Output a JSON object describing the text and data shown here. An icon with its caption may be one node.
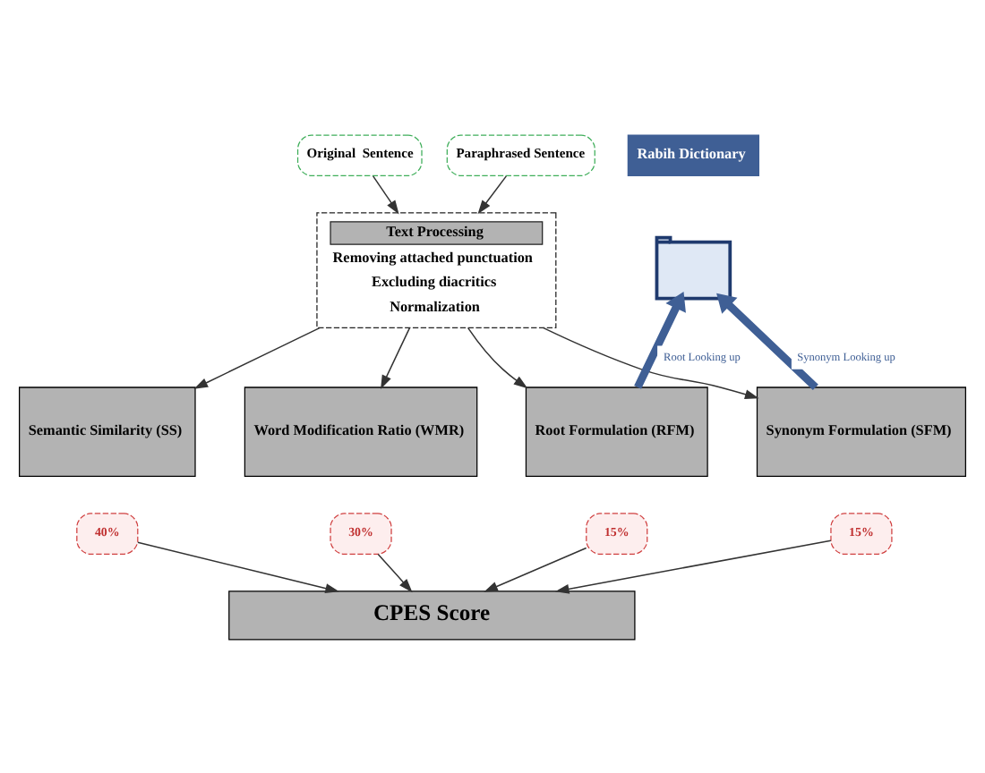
{
  "diagram": {
    "nodes": [
      {
        "text": [
          "Original  Sentence"
        ]
      },
      {
        "text": [
          "Paraphrased Sentence"
        ]
      },
      {
        "text": [
          "Text Processing",
          "Removing attached punctuation",
          "Excluding diacritics",
          "Normalization"
        ]
      },
      {
        "text": [
          "Rabih Dictionary"
        ]
      },
      {
        "text": [],
        "shape": "book"
      },
      {
        "text": [
          "Semantic Similarity (SS)"
        ]
      },
      {
        "text": [
          "Word Modification Ratio (WMR)"
        ]
      },
      {
        "text": [
          "Root Formulation (RFM)"
        ]
      },
      {
        "text": [
          "Synonym Formulation (SFM)"
        ]
      },
      {
        "text": [
          "40%"
        ]
      },
      {
        "text": [
          "30%"
        ]
      },
      {
        "text": [
          "15%"
        ]
      },
      {
        "text": [
          "15%"
        ]
      },
      {
        "text": [
          "CPES Score"
        ]
      }
    ],
    "edges": [
      {
        "from": 0,
        "to": 2,
        "arrow": "to"
      },
      {
        "from": 1,
        "to": 2,
        "arrow": "to"
      },
      {
        "from": 2,
        "to": 5,
        "arrow": "to"
      },
      {
        "from": 2,
        "to": 6,
        "arrow": "to"
      },
      {
        "from": 2,
        "to": 7,
        "arrow": "to"
      },
      {
        "from": 2,
        "to": 8,
        "arrow": "to"
      },
      {
        "from": 7,
        "to": 4,
        "arrow": "to",
        "label": "Root Looking up",
        "style": "thick",
        "color": "#3f5f95"
      },
      {
        "from": 8,
        "to": 4,
        "arrow": "to",
        "label": "Synonym Looking up",
        "style": "thick",
        "color": "#3f5f95"
      },
      {
        "from": 9,
        "to": 13,
        "arrow": "to"
      },
      {
        "from": 10,
        "to": 13,
        "arrow": "to"
      },
      {
        "from": 11,
        "to": 13,
        "arrow": "to"
      },
      {
        "from": 12,
        "to": 13,
        "arrow": "to"
      }
    ]
  }
}
